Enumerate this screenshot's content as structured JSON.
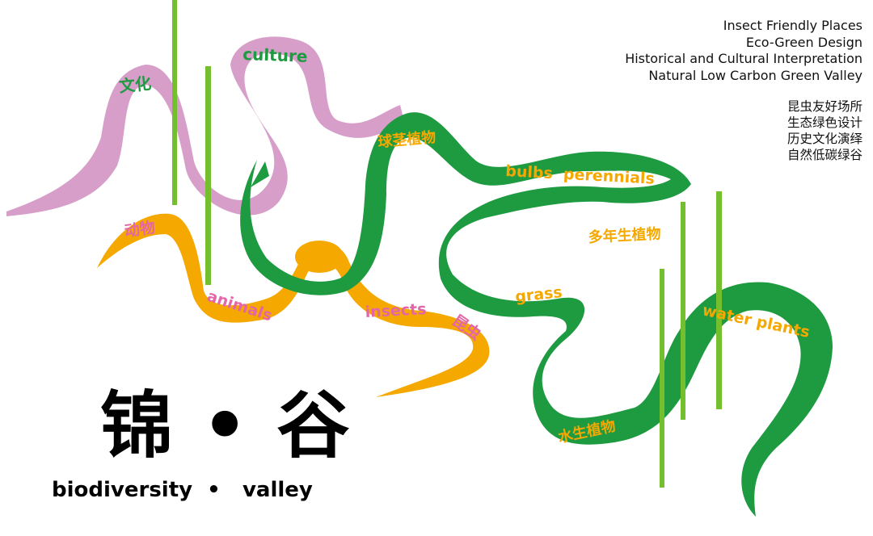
{
  "features_en": [
    "Insect Friendly Places",
    "Eco-Green Design",
    "Historical and Cultural Interpretation",
    "Natural Low Carbon Green Valley"
  ],
  "features_cn": [
    "昆虫友好场所",
    "生态绿色设计",
    "历史文化演绎",
    "自然低碳绿谷"
  ],
  "title_cn": "锦 • 谷",
  "title_en": "biodiversity  •   valley",
  "ribbons": {
    "culture": {
      "cn": "文化",
      "en": "culture",
      "color": "#d69ec8",
      "text_color": "#1e9a40"
    },
    "animals": {
      "cn": "动物",
      "en": "animals",
      "en2": "insects",
      "cn2": "昆虫",
      "color": "#f5a800",
      "text_color": "#e466a8"
    },
    "plants": {
      "cn": "球茎植物",
      "en": "bulbs  perennials",
      "cn2": "多年生植物",
      "en2": "grass",
      "en3": "water plants",
      "cn3": "水生植物",
      "color": "#1e9a40",
      "text_color": "#f5a800"
    }
  },
  "colors": {
    "bar": "#74bf2e",
    "pink": "#d69ec8",
    "orange": "#f5a800",
    "green": "#1e9a40"
  }
}
